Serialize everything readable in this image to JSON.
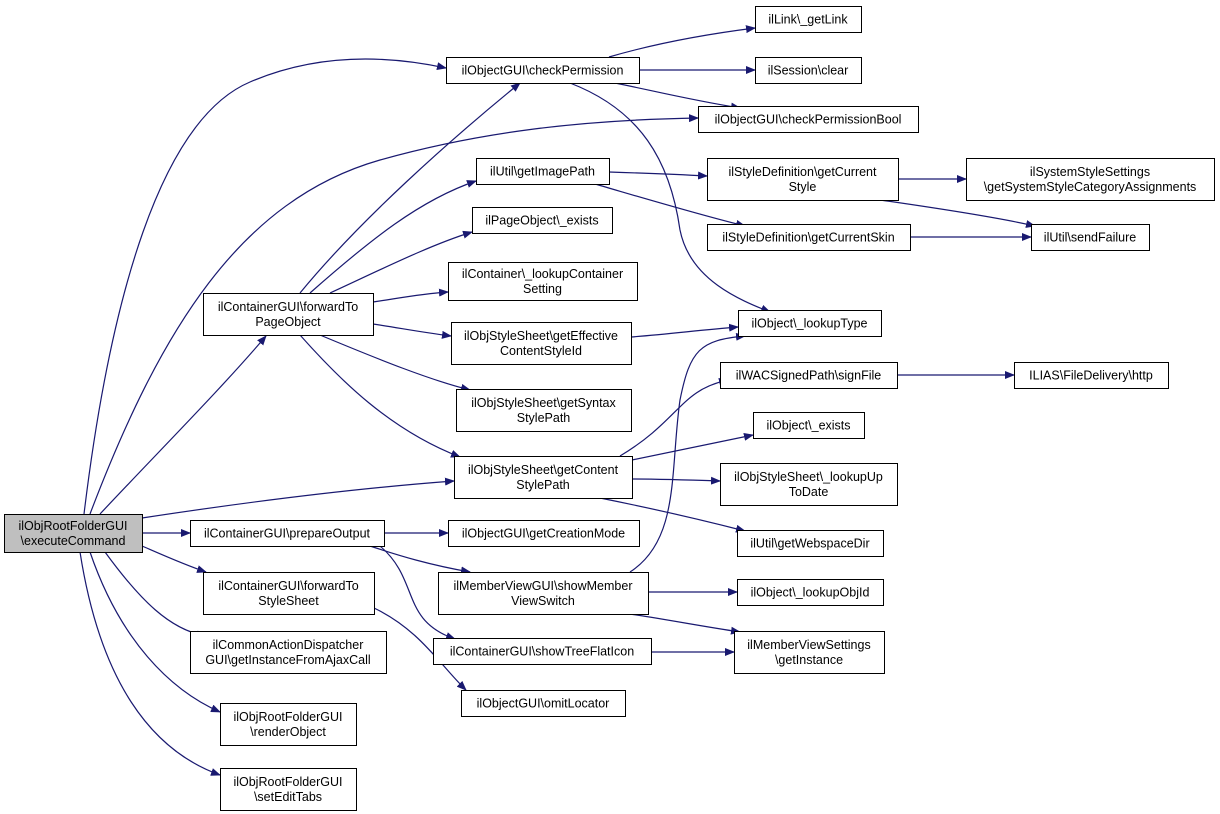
{
  "graph": {
    "nodes": {
      "root": [
        "ilObjRootFolderGUI",
        "\\executeCommand"
      ],
      "checkPermission": [
        "ilObjectGUI\\checkPermission"
      ],
      "getLink": [
        "ilLink\\_getLink"
      ],
      "sessionClear": [
        "ilSession\\clear"
      ],
      "checkPermissionBool": [
        "ilObjectGUI\\checkPermissionBool"
      ],
      "getImagePath": [
        "ilUtil\\getImagePath"
      ],
      "getCurrentStyle": [
        "ilStyleDefinition\\getCurrent",
        "Style"
      ],
      "getSystemStyleCategory": [
        "ilSystemStyleSettings",
        "\\getSystemStyleCategoryAssignments"
      ],
      "pageExists": [
        "ilPageObject\\_exists"
      ],
      "getCurrentSkin": [
        "ilStyleDefinition\\getCurrentSkin"
      ],
      "sendFailure": [
        "ilUtil\\sendFailure"
      ],
      "lookupContainerSetting": [
        "ilContainer\\_lookupContainer",
        "Setting"
      ],
      "forwardToPageObject": [
        "ilContainerGUI\\forwardTo",
        "PageObject"
      ],
      "lookupType": [
        "ilObject\\_lookupType"
      ],
      "getEffectiveContentStyleId": [
        "ilObjStyleSheet\\getEffective",
        "ContentStyleId"
      ],
      "signFile": [
        "ilWACSignedPath\\signFile"
      ],
      "fileDeliveryHttp": [
        "ILIAS\\FileDelivery\\http"
      ],
      "getSyntaxStylePath": [
        "ilObjStyleSheet\\getSyntax",
        "StylePath"
      ],
      "objectExists": [
        "ilObject\\_exists"
      ],
      "getContentStylePath": [
        "ilObjStyleSheet\\getContent",
        "StylePath"
      ],
      "lookupUpToDate": [
        "ilObjStyleSheet\\_lookupUp",
        "ToDate"
      ],
      "getWebspaceDir": [
        "ilUtil\\getWebspaceDir"
      ],
      "prepareOutput": [
        "ilContainerGUI\\prepareOutput"
      ],
      "getCreationMode": [
        "ilObjectGUI\\getCreationMode"
      ],
      "showMemberViewSwitch": [
        "ilMemberViewGUI\\showMember",
        "ViewSwitch"
      ],
      "lookupObjId": [
        "ilObject\\_lookupObjId"
      ],
      "forwardToStyleSheet": [
        "ilContainerGUI\\forwardTo",
        "StyleSheet"
      ],
      "getInstanceFromAjaxCall": [
        "ilCommonActionDispatcher",
        "GUI\\getInstanceFromAjaxCall"
      ],
      "showTreeFlatIcon": [
        "ilContainerGUI\\showTreeFlatIcon"
      ],
      "memberViewSettings": [
        "ilMemberViewSettings",
        "\\getInstance"
      ],
      "omitLocator": [
        "ilObjectGUI\\omitLocator"
      ],
      "renderObject": [
        "ilObjRootFolderGUI",
        "\\renderObject"
      ],
      "setEditTabs": [
        "ilObjRootFolderGUI",
        "\\setEditTabs"
      ]
    },
    "edges": [
      [
        "root",
        "checkPermission"
      ],
      [
        "root",
        "checkPermissionBool"
      ],
      [
        "root",
        "forwardToPageObject"
      ],
      [
        "root",
        "getContentStylePath"
      ],
      [
        "root",
        "prepareOutput"
      ],
      [
        "root",
        "forwardToStyleSheet"
      ],
      [
        "root",
        "getInstanceFromAjaxCall"
      ],
      [
        "root",
        "renderObject"
      ],
      [
        "root",
        "setEditTabs"
      ],
      [
        "checkPermission",
        "getLink"
      ],
      [
        "checkPermission",
        "sessionClear"
      ],
      [
        "checkPermission",
        "checkPermissionBool"
      ],
      [
        "checkPermission",
        "lookupType"
      ],
      [
        "forwardToPageObject",
        "checkPermission"
      ],
      [
        "forwardToPageObject",
        "getImagePath"
      ],
      [
        "forwardToPageObject",
        "pageExists"
      ],
      [
        "forwardToPageObject",
        "lookupContainerSetting"
      ],
      [
        "forwardToPageObject",
        "getEffectiveContentStyleId"
      ],
      [
        "forwardToPageObject",
        "getSyntaxStylePath"
      ],
      [
        "forwardToPageObject",
        "getContentStylePath"
      ],
      [
        "getImagePath",
        "getCurrentStyle"
      ],
      [
        "getImagePath",
        "getCurrentSkin"
      ],
      [
        "getCurrentStyle",
        "getSystemStyleCategory"
      ],
      [
        "getCurrentStyle",
        "sendFailure"
      ],
      [
        "getCurrentSkin",
        "sendFailure"
      ],
      [
        "getEffectiveContentStyleId",
        "lookupType"
      ],
      [
        "getContentStylePath",
        "signFile"
      ],
      [
        "getContentStylePath",
        "objectExists"
      ],
      [
        "getContentStylePath",
        "lookupUpToDate"
      ],
      [
        "getContentStylePath",
        "getWebspaceDir"
      ],
      [
        "signFile",
        "fileDeliveryHttp"
      ],
      [
        "prepareOutput",
        "getCreationMode"
      ],
      [
        "prepareOutput",
        "showMemberViewSwitch"
      ],
      [
        "prepareOutput",
        "showTreeFlatIcon"
      ],
      [
        "showMemberViewSwitch",
        "lookupType"
      ],
      [
        "showMemberViewSwitch",
        "lookupObjId"
      ],
      [
        "showMemberViewSwitch",
        "memberViewSettings"
      ],
      [
        "showTreeFlatIcon",
        "memberViewSettings"
      ],
      [
        "forwardToStyleSheet",
        "omitLocator"
      ]
    ],
    "colors": {
      "edge": "#191970",
      "root_fill": "#bfbfbf",
      "node_fill": "#ffffff",
      "border": "#000000"
    }
  }
}
